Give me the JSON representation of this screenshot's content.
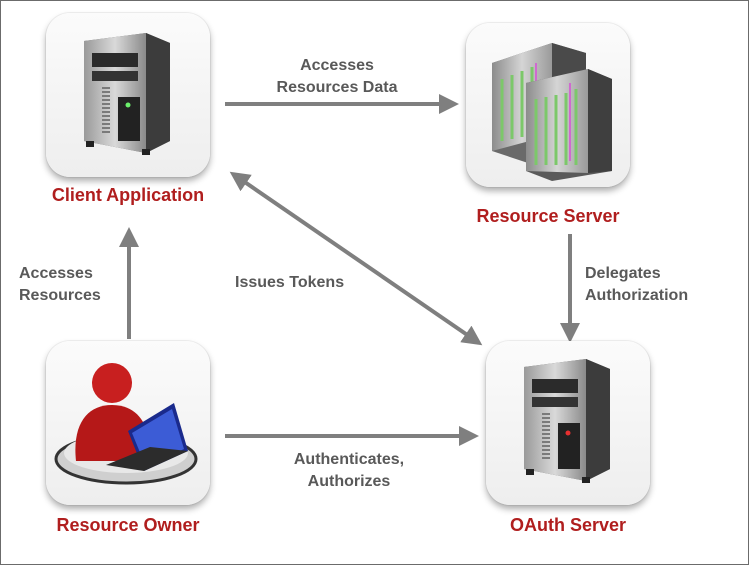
{
  "nodes": {
    "client_application": "Client Application",
    "resource_server": "Resource Server",
    "resource_owner": "Resource Owner",
    "oauth_server": "OAuth Server"
  },
  "edges": {
    "accesses_resources_data": [
      "Accesses",
      "Resources Data"
    ],
    "accesses_resources": [
      "Accesses",
      "Resources"
    ],
    "issues_tokens": "Issues Tokens",
    "delegates_authorization": [
      "Delegates",
      "Authorization"
    ],
    "authenticates_authorizes": [
      "Authenticates,",
      "Authorizes"
    ]
  },
  "icons": {
    "client_application": "tower-server-icon",
    "resource_server": "rack-server-icon",
    "resource_owner": "user-with-laptop-icon",
    "oauth_server": "tower-server-icon"
  },
  "colors": {
    "node_label": "#b01e1e",
    "edge_label": "#595959",
    "arrow": "#7f7f7f"
  }
}
